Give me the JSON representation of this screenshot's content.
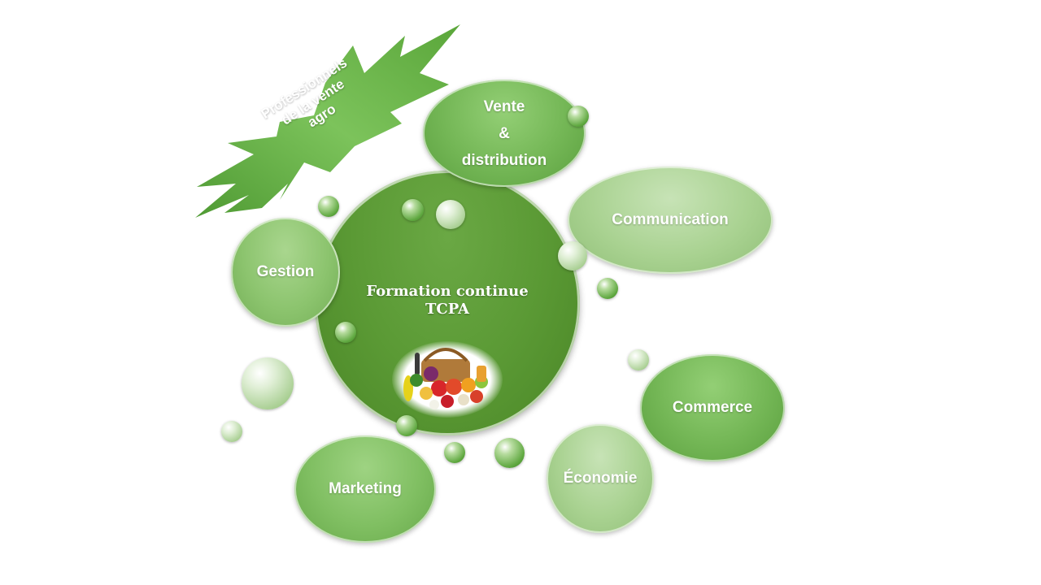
{
  "center": {
    "title_line1": "Formation continue",
    "title_line2": "TCPA"
  },
  "starburst": {
    "line1": "Professionnels",
    "line2": "de la vente",
    "line3": "agro"
  },
  "nodes": {
    "vente": {
      "line1": "Vente",
      "line2": "&",
      "line3": "distribution"
    },
    "communication": "Communication",
    "gestion": "Gestion",
    "commerce": "Commerce",
    "economie": "Économie",
    "marketing": "Marketing"
  },
  "colors": {
    "deep_green": "#5aa63a",
    "mid_green": "#73b655",
    "light_green": "#a9d291",
    "center_green": "#5b9a35"
  }
}
